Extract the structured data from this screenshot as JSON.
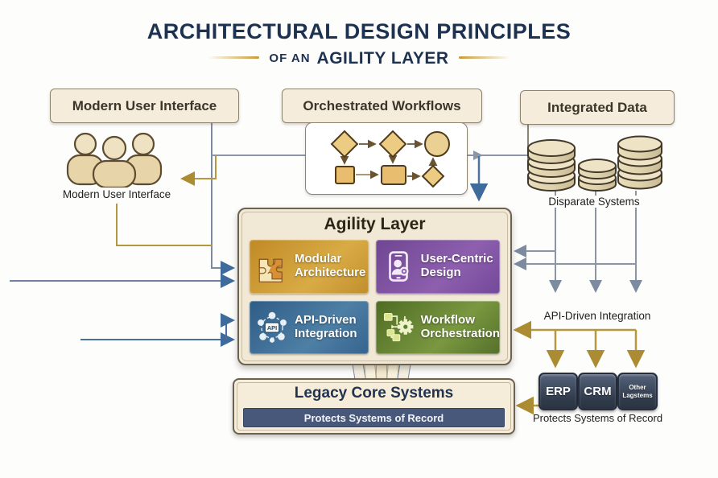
{
  "title": {
    "line1": "ARCHITECTURAL DESIGN PRINCIPLES",
    "small_prefix": "OF AN",
    "emphasis": "AGILITY LAYER"
  },
  "top_boxes": {
    "modern_ui": "Modern User Interface",
    "orchestrated_workflows": "Orchestrated Workflows",
    "integrated_data": "Integrated Data"
  },
  "captions": {
    "modern_ui": "Modern User Interface",
    "disparate_systems": "Disparate Systems",
    "api_driven_integration": "API-Driven Integration",
    "protects_systems": "Protects Systems of Record"
  },
  "agility_layer": {
    "title": "Agility Layer",
    "tiles": [
      {
        "name": "modular-architecture",
        "line1": "Modular",
        "line2": "Architecture",
        "color": "#c8922c"
      },
      {
        "name": "user-centric-design",
        "line1": "User-Centric",
        "line2": "Design",
        "color": "#7a4f9c"
      },
      {
        "name": "api-driven-integration",
        "line1": "API-Driven",
        "line2": "Integration",
        "icon_text": "API",
        "color": "#3a668f"
      },
      {
        "name": "workflow-orchestration",
        "line1": "Workflow",
        "line2": "Orchestration",
        "color": "#5e7c2e"
      }
    ]
  },
  "legacy": {
    "title": "Legacy Core Systems",
    "banner": "Protects Systems of Record",
    "systems": [
      {
        "label": "ERP"
      },
      {
        "label": "CRM"
      },
      {
        "line1": "Other",
        "line2": "Lagstems"
      }
    ]
  },
  "colors": {
    "title_navy": "#1d3150",
    "accent_gold": "#c99b35",
    "box_beige": "#f6ecdc",
    "banner_navy": "#48587a",
    "system_box_slate": "#39455a",
    "wire_slate": "#8b95a6",
    "wire_blue": "#4a6f9e",
    "wire_gold": "#b5973f"
  }
}
